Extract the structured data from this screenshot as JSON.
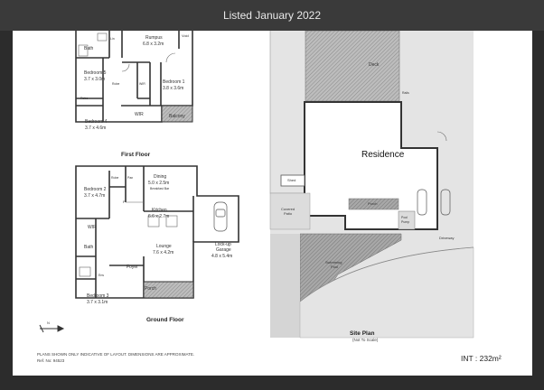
{
  "header": {
    "title": "Listed January 2022"
  },
  "first_floor": {
    "title": "First Floor",
    "rooms": {
      "bath": "Bath",
      "lin": "Lin",
      "rumpus_name": "Rumpus",
      "rumpus_dim": "6.8 x 3.2m",
      "void": "Void",
      "bed5_name": "Bedroom 5",
      "bed5_dim": "3.7 x 3.0m",
      "robe1": "Robe",
      "wir_small": "WIR",
      "bed1_name": "Bedroom 1",
      "bed1_dim": "3.8 x 3.6m",
      "robe2": "Robe",
      "wir": "WIR",
      "balcony": "Balcony",
      "bed4_name": "Bedroom 4",
      "bed4_dim": "3.7 x 4.6m"
    }
  },
  "ground_floor": {
    "title": "Ground Floor",
    "rooms": {
      "bed2_name": "Bedroom 2",
      "bed2_dim": "3.7 x 4.7m",
      "robe": "Robe",
      "pantry": "Pan",
      "dining_name": "Dining",
      "dining_dim": "5.0 x 2.5m",
      "breakfast": "Breakfast Bar",
      "kitchen_name": "Kitchen",
      "kitchen_dim": "6.6 x 2.7m",
      "wir": "WIR",
      "bath": "Bath",
      "lounge_name": "Lounge",
      "lounge_dim": "7.6 x 4.2m",
      "garage_name1": "Lock-up",
      "garage_name2": "Garage",
      "garage_dim": "4.8 x 5.4m",
      "foyer": "Foyer",
      "ens": "Ens",
      "bed3_name": "Bedroom 3",
      "bed3_dim": "3.7 x 3.1m",
      "porch": "Porch",
      "f": "F"
    }
  },
  "site_plan": {
    "title": "Site Plan",
    "subtitle": "(Not To Scale)",
    "residence": "Residence",
    "deck": "Deck",
    "rails": "Rails",
    "shed": "Shed",
    "covered_patio1": "Covered",
    "covered_patio2": "Patio",
    "porch": "Porch",
    "pool_pump1": "Pool",
    "pool_pump2": "Pump",
    "driveway": "Driveway",
    "pool1": "Swimming",
    "pool2": "Pool"
  },
  "footer": {
    "disclaimer": "PLANS SHOWN ONLY INDICATIVE OF LAYOUT.  DIMENSIONS ARE APPROXIMATE.",
    "ref": "Ref. No: 94523",
    "area": "INT : 232m²",
    "north": "N"
  },
  "colors": {
    "background": "#2c2c2c",
    "header_bg": "#3a3a3a",
    "wall": "#333333",
    "hatch": "#9a9a9a",
    "site_fill": "#e4e4e4"
  }
}
